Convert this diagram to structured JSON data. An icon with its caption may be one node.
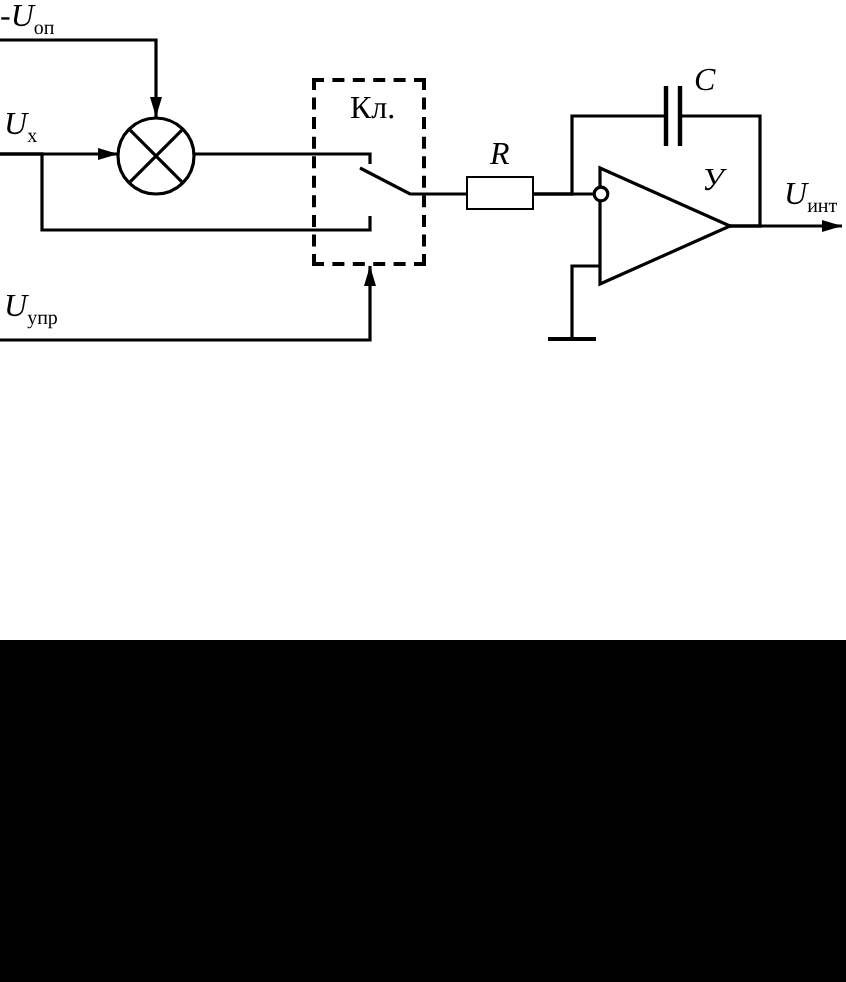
{
  "diagram": {
    "nodes": [
      {
        "text": [
          "-*U*$_{оп}$"
        ]
      },
      {
        "text": [
          "*U*$_{x}$"
        ]
      },
      {
        "text": [
          "*U*$_{упр}$"
        ]
      },
      {
        "text": [],
        "shape": "circle"
      },
      {
        "text": [
          "Кл."
        ]
      },
      {
        "text": [
          "R"
        ]
      },
      {
        "text": [
          "C"
        ]
      },
      {
        "text": [
          "У"
        ]
      },
      {
        "text": [],
        "shape": "bar"
      },
      {
        "text": [
          "*U*$_{инт}$"
        ]
      }
    ],
    "edges": [
      {
        "from": 0,
        "to": 3,
        "arrow": "to"
      },
      {
        "from": 1,
        "to": 3,
        "arrow": "to"
      },
      {
        "from": 1,
        "to": 4,
        "arrow": "none"
      },
      {
        "from": 3,
        "to": 4,
        "arrow": "none"
      },
      {
        "from": 2,
        "to": 4,
        "arrow": "to"
      },
      {
        "from": 4,
        "to": 5,
        "arrow": "none"
      },
      {
        "from": 5,
        "to": 6,
        "arrow": "none"
      },
      {
        "from": 5,
        "to": 7,
        "arrow": "none"
      },
      {
        "from": 6,
        "to": 7,
        "arrow": "none"
      },
      {
        "from": 7,
        "to": 8,
        "arrow": "none"
      },
      {
        "from": 7,
        "to": 9,
        "arrow": "to"
      }
    ]
  }
}
